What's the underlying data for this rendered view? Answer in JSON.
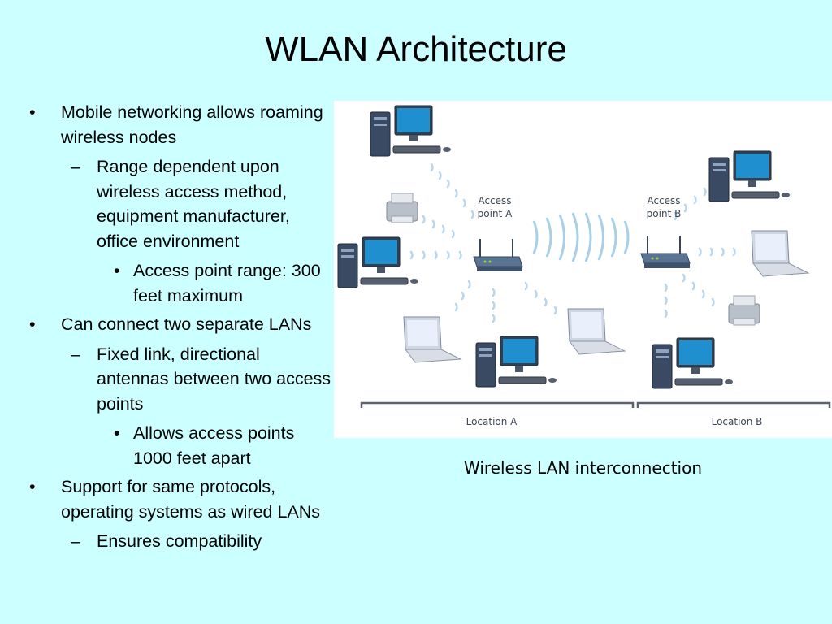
{
  "slide": {
    "title": "WLAN Architecture",
    "bullets": [
      {
        "text": "Mobile networking allows roaming wireless nodes",
        "marker": "•"
      },
      {
        "text": "Range dependent upon wireless access method, equipment manufacturer, office environment",
        "marker": "–"
      },
      {
        "text": "Access point range: 300 feet maximum",
        "marker": "•"
      },
      {
        "text": "Can connect two separate LANs",
        "marker": "•"
      },
      {
        "text": "Fixed link, directional antennas between two access points",
        "marker": "–"
      },
      {
        "text": "Allows access points 1000 feet apart",
        "marker": "•"
      },
      {
        "text": "Support for same protocols, operating systems as wired LANs",
        "marker": "•"
      },
      {
        "text": "Ensures compatibility",
        "marker": "–"
      }
    ]
  },
  "diagram": {
    "ap_a": [
      "Access",
      "point A"
    ],
    "ap_b": [
      "Access",
      "point B"
    ],
    "location_a": "Location A",
    "location_b": "Location B",
    "icons": [
      "desktop-pc-icon",
      "laptop-icon",
      "printer-icon",
      "wireless-router-icon",
      "wireless-signal-icon"
    ]
  },
  "caption": "Wireless LAN interconnection"
}
